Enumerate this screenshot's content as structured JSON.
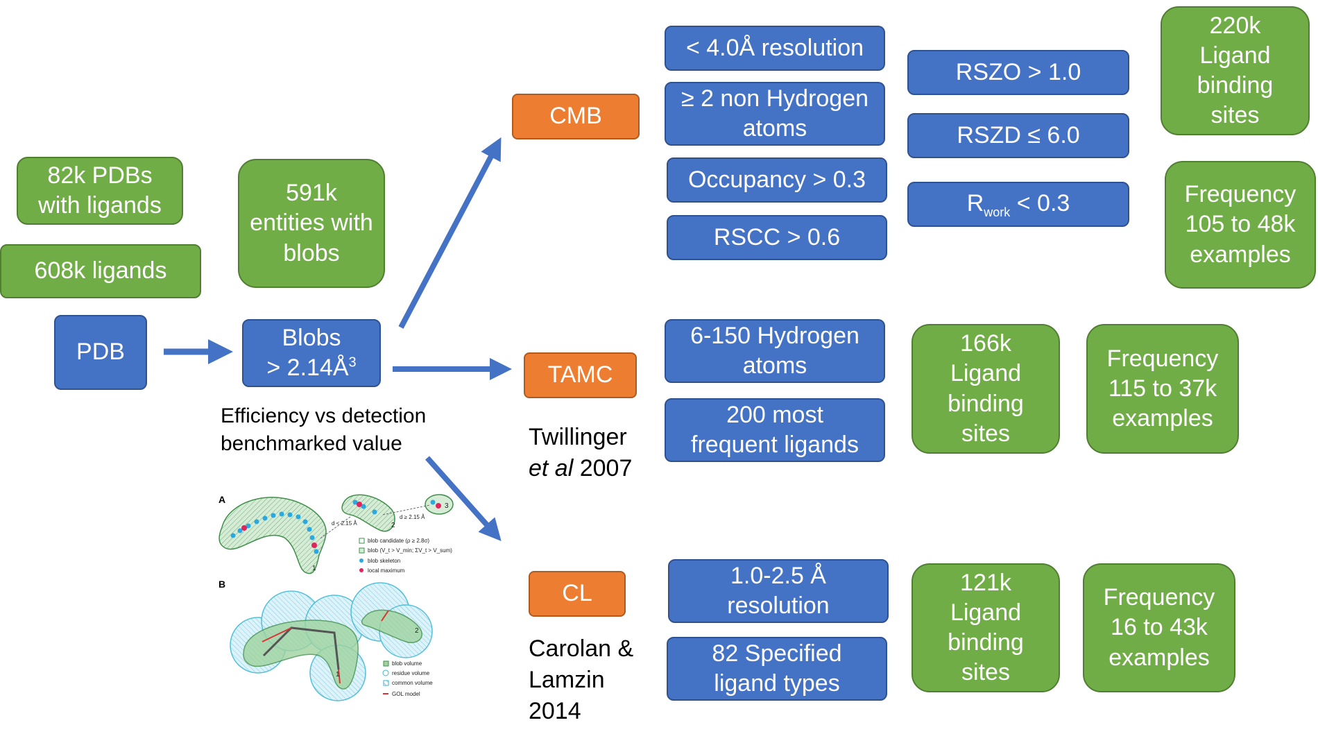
{
  "colors": {
    "blue": "#4472c4",
    "green": "#70ad47",
    "orange": "#ed7d31",
    "arrow": "#4472c4"
  },
  "left": {
    "pdbs_with_ligands": "82k PDBs with ligands",
    "ligands": "608k ligands",
    "pdb": "PDB",
    "entities_with_blobs": "591k entities with blobs",
    "blobs_line1": "Blobs",
    "blobs_line2": "> 2.14Å",
    "blobs_sup": "3",
    "efficiency_line1": "Efficiency vs detection",
    "efficiency_line2": "benchmarked value"
  },
  "methods": {
    "cmb": "CMB",
    "tamc": "TAMC",
    "cl": "CL",
    "tamc_ref_name": "Twillinger",
    "tamc_ref_italic": "et al",
    "tamc_ref_year": "2007",
    "cl_ref_line1": "Carolan &",
    "cl_ref_line2": "Lamzin",
    "cl_ref_line3": "2014"
  },
  "cmb_criteria": {
    "resolution": "< 4.0Å resolution",
    "non_hydrogen": "≥ 2 non Hydrogen atoms",
    "occupancy": "Occupancy > 0.3",
    "rscc": "RSCC > 0.6",
    "rszo": "RSZO > 1.0",
    "rszd": "RSZD ≤ 6.0",
    "rwork_r": "R",
    "rwork_sub": "work",
    "rwork_rest": " < 0.3"
  },
  "cmb_results": {
    "sites": "220k Ligand binding sites",
    "frequency": "Frequency 105 to 48k examples"
  },
  "tamc_criteria": {
    "hydrogen": "6-150 Hydrogen atoms",
    "frequent": "200 most frequent ligands"
  },
  "tamc_results": {
    "sites": "166k Ligand binding sites",
    "frequency": "Frequency 115 to 37k examples"
  },
  "cl_criteria": {
    "resolution": "1.0-2.5 Å resolution",
    "types": "82 Specified ligand types"
  },
  "cl_results": {
    "sites": "121k Ligand binding sites",
    "frequency": "Frequency 16 to 43k examples"
  },
  "figure": {
    "panel_a": "A",
    "panel_b": "B",
    "dist_a": "d < 2.15 Å",
    "dist_b": "d ≥ 2.15 Å",
    "legend_a": [
      "blob candidate (ρ ≥ 2.8σ)",
      "blob (V_t > V_min; ΣV_t > V_sum)",
      "blob skeleton",
      "local maximum"
    ],
    "legend_b": [
      "blob volume",
      "residue volume",
      "common volume",
      "GOL model"
    ],
    "nums": [
      "1",
      "2",
      "3"
    ]
  }
}
